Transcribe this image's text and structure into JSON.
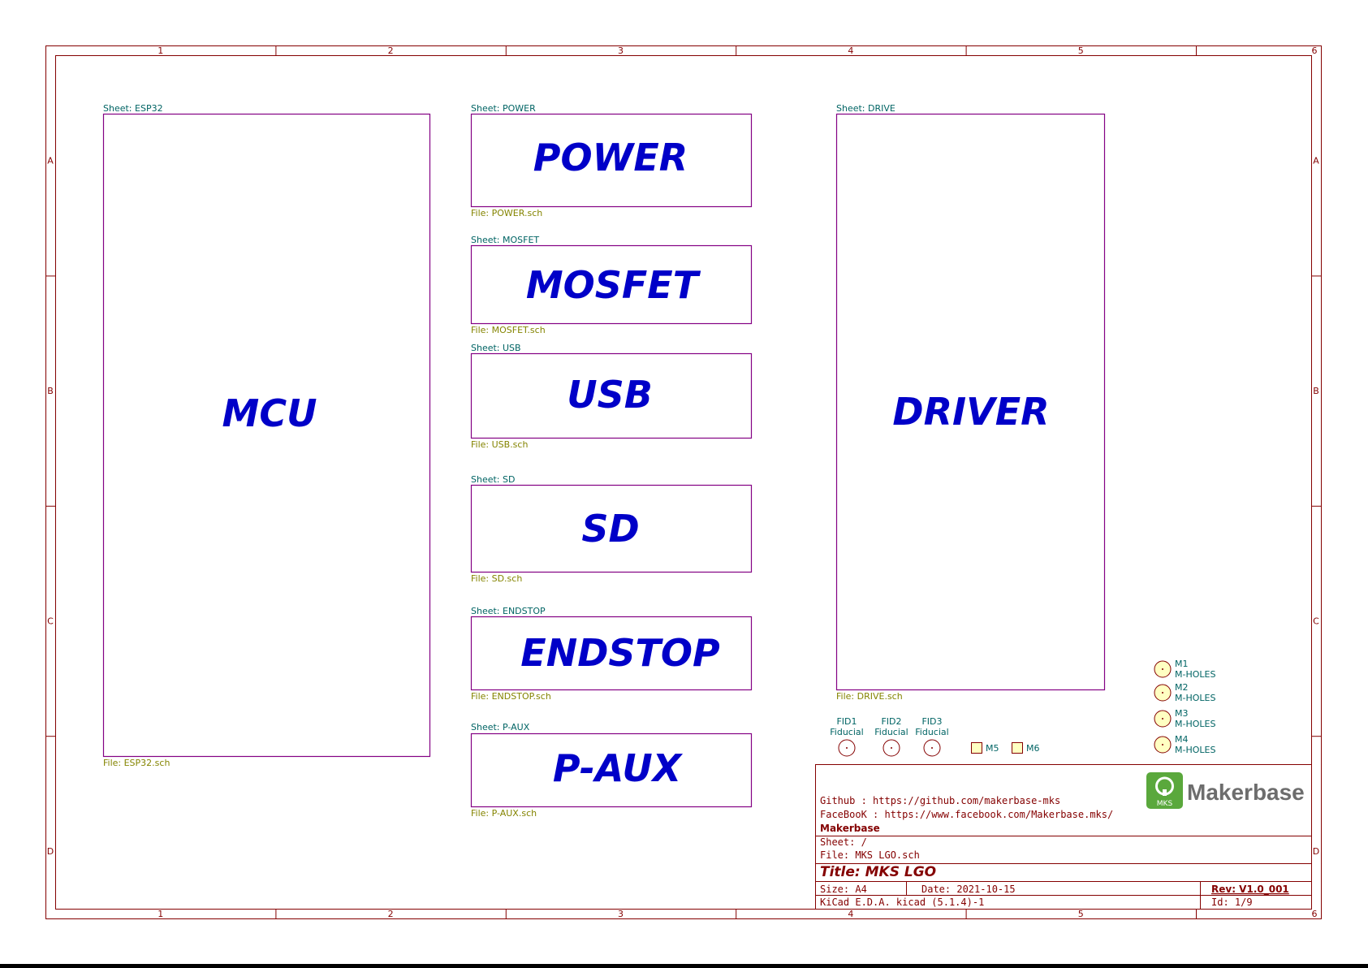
{
  "colors": {
    "frame": "#840000",
    "sheet_box": "#840084",
    "sheet_label": "#006464",
    "file_label": "#848400",
    "block_title": "#0000c8",
    "component": "#840000",
    "component_fill": "#ffffc2",
    "ref_text": "#006464",
    "logo_green": "#5aa83c",
    "logo_text": "#6d6d6d"
  },
  "frame": {
    "columns": [
      "1",
      "2",
      "3",
      "4",
      "5",
      "6"
    ],
    "rows": [
      "A",
      "B",
      "C",
      "D"
    ]
  },
  "sheets": [
    {
      "id": "esp32",
      "sheet": "Sheet: ESP32",
      "file": "File: ESP32.sch",
      "title": "MCU"
    },
    {
      "id": "power",
      "sheet": "Sheet: POWER",
      "file": "File: POWER.sch",
      "title": "POWER"
    },
    {
      "id": "mosfet",
      "sheet": "Sheet: MOSFET",
      "file": "File: MOSFET.sch",
      "title": "MOSFET"
    },
    {
      "id": "usb",
      "sheet": "Sheet: USB",
      "file": "File: USB.sch",
      "title": "USB"
    },
    {
      "id": "sd",
      "sheet": "Sheet: SD",
      "file": "File: SD.sch",
      "title": "SD"
    },
    {
      "id": "endstop",
      "sheet": "Sheet: ENDSTOP",
      "file": "File: ENDSTOP.sch",
      "title": "ENDSTOP"
    },
    {
      "id": "paux",
      "sheet": "Sheet: P-AUX",
      "file": "File: P-AUX.sch",
      "title": "P-AUX"
    },
    {
      "id": "drive",
      "sheet": "Sheet: DRIVE",
      "file": "File: DRIVE.sch",
      "title": "DRIVER"
    }
  ],
  "fiducials": [
    {
      "ref": "FID1",
      "value": "Fiducial"
    },
    {
      "ref": "FID2",
      "value": "Fiducial"
    },
    {
      "ref": "FID3",
      "value": "Fiducial"
    }
  ],
  "small_parts": [
    {
      "ref": "M5"
    },
    {
      "ref": "M6"
    }
  ],
  "mount_holes": [
    {
      "ref": "M1",
      "value": "M-HOLES"
    },
    {
      "ref": "M2",
      "value": "M-HOLES"
    },
    {
      "ref": "M3",
      "value": "M-HOLES"
    },
    {
      "ref": "M4",
      "value": "M-HOLES"
    }
  ],
  "title_block": {
    "github": "Github : https://github.com/makerbase-mks",
    "facebook": "FaceBooK : https://www.facebook.com/Makerbase.mks/",
    "company": "Makerbase",
    "sheet": "Sheet: /",
    "file": "File: MKS LGO.sch",
    "title": "Title: MKS LGO",
    "size": "Size: A4",
    "date": "Date: 2021-10-15",
    "rev": "Rev: V1.0_001",
    "tool": "KiCad E.D.A.  kicad (5.1.4)-1",
    "id": "Id: 1/9",
    "logo_text": "Makerbase",
    "logo_badge": "MKS"
  }
}
